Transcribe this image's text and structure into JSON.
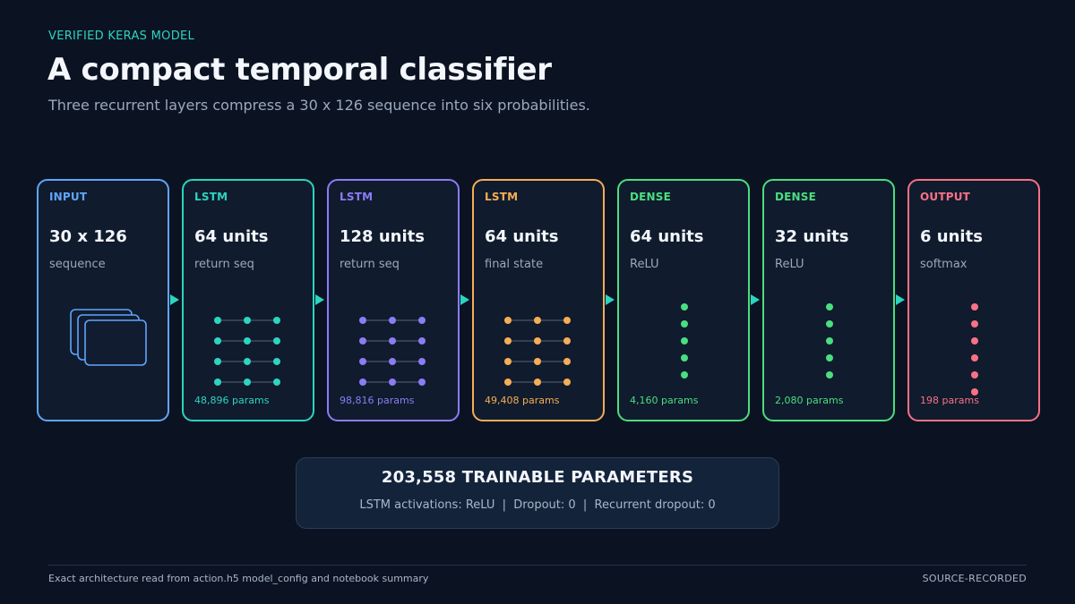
{
  "header": {
    "eyebrow": "VERIFIED KERAS MODEL",
    "title": "A compact temporal classifier",
    "subtitle": "Three recurrent layers compress a 30 x 126 sequence into six probabilities."
  },
  "layers": [
    {
      "kind": "INPUT",
      "units": "30 x 126",
      "desc": "sequence",
      "params": "",
      "color": "#60a5fa",
      "icon": "stacked-frames-icon"
    },
    {
      "kind": "LSTM",
      "units": "64 units",
      "desc": "return seq",
      "params": "48,896 params",
      "color": "#2dd4bf",
      "icon": "node-grid-icon"
    },
    {
      "kind": "LSTM",
      "units": "128 units",
      "desc": "return seq",
      "params": "98,816 params",
      "color": "#8b7cf6",
      "icon": "node-grid-icon"
    },
    {
      "kind": "LSTM",
      "units": "64 units",
      "desc": "final state",
      "params": "49,408 params",
      "color": "#f6ad55",
      "icon": "node-grid-icon"
    },
    {
      "kind": "DENSE",
      "units": "64 units",
      "desc": "ReLU",
      "params": "4,160 params",
      "color": "#4ade80",
      "icon": "node-column-icon",
      "dots": 5
    },
    {
      "kind": "DENSE",
      "units": "32 units",
      "desc": "ReLU",
      "params": "2,080 params",
      "color": "#4ade80",
      "icon": "node-column-icon",
      "dots": 5
    },
    {
      "kind": "OUTPUT",
      "units": "6 units",
      "desc": "softmax",
      "params": "198 params",
      "color": "#f87186",
      "icon": "node-column-icon",
      "dots": 6
    }
  ],
  "summary": {
    "total": "203,558 TRAINABLE PARAMETERS",
    "details": "LSTM activations: ReLU  |  Dropout: 0  |  Recurrent dropout: 0"
  },
  "footer": {
    "source_note": "Exact architecture read from action.h5 model_config and notebook summary",
    "status": "SOURCE-RECORDED"
  },
  "colors": {
    "background": "#0b1322",
    "card": "#101b2d",
    "arrow": "#2dd4bf"
  }
}
